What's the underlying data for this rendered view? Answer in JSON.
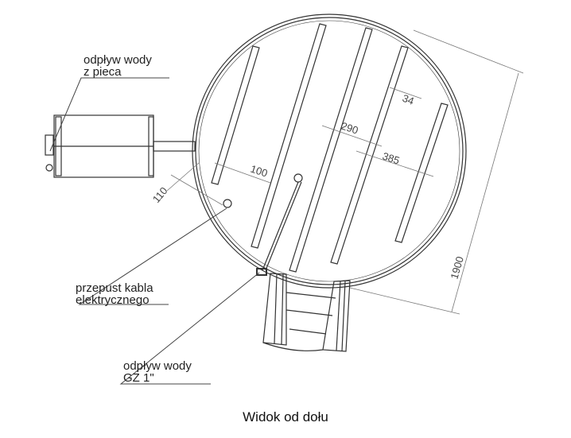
{
  "labels": {
    "stove_drain": [
      "odpływ wody",
      "z pieca"
    ],
    "cable_gland": [
      "przepust kabla",
      "elektrycznego"
    ],
    "water_drain": [
      "odpływ wody",
      "GZ 1\""
    ]
  },
  "dimensions": {
    "slat_width": "34",
    "slat_gap": "290",
    "slat_spacing": "385",
    "gland_offset_x": "100",
    "gland_offset_y": "110",
    "diameter": "1900"
  },
  "caption": "Widok od dołu"
}
